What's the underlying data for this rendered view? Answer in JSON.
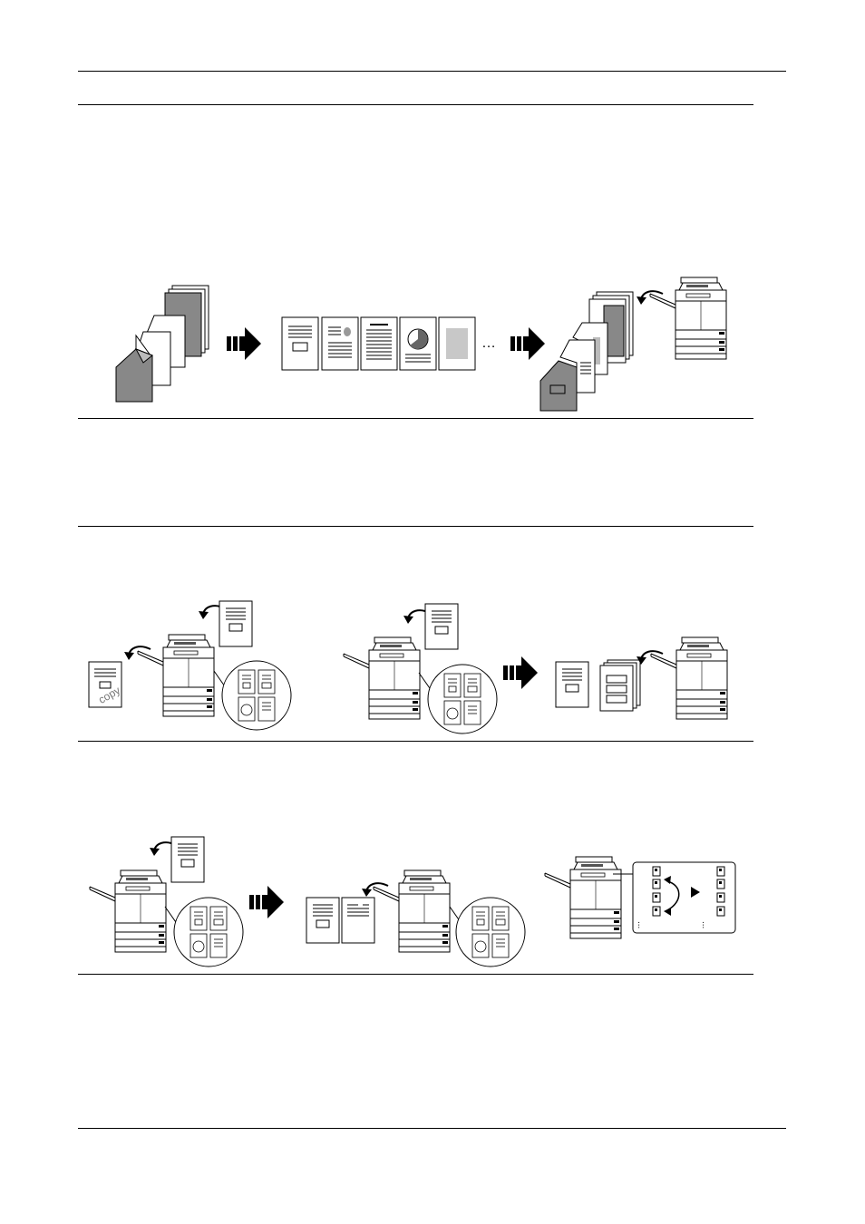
{
  "page": {
    "header_text": "",
    "footer_text": ""
  },
  "illustrations": [
    {
      "id": "mixed-originals-build",
      "note_label": "…"
    },
    {
      "id": "sample-copy"
    },
    {
      "id": "job-review"
    },
    {
      "id": "stored-job-reorder"
    }
  ],
  "icons": {
    "arrow": "double-arrow-icon",
    "machine": "copier-icon",
    "return": "curved-arrow-icon",
    "document": "document-page-icon"
  },
  "sample_stamp": "copy",
  "ellipsis": "…"
}
